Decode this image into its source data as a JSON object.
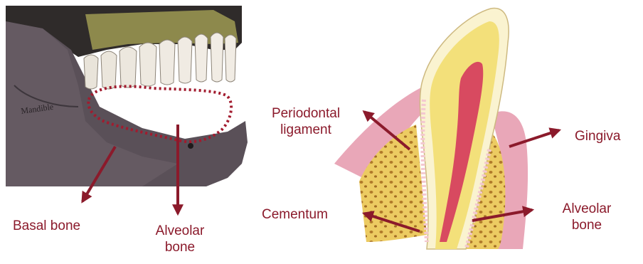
{
  "colors": {
    "label": "#8b1a2b",
    "arrow": "#8b1a2b",
    "bone_dark": "#4a4248",
    "tooth_enamel": "#e9e4da",
    "gingiva": "#e9a7b8",
    "dentin": "#f3e07a",
    "pulp": "#d84a60",
    "alveolar_bone": "#e6c660"
  },
  "left_panel": {
    "labels": {
      "basal_bone": "Basal bone",
      "alveolar_bone_line1": "Alveolar",
      "alveolar_bone_line2": "bone"
    }
  },
  "right_panel": {
    "labels": {
      "periodontal_line1": "Periodontal",
      "periodontal_line2": "ligament",
      "gingiva": "Gingiva",
      "cementum": "Cementum",
      "alveolar_bone_line1": "Alveolar",
      "alveolar_bone_line2": "bone"
    }
  }
}
